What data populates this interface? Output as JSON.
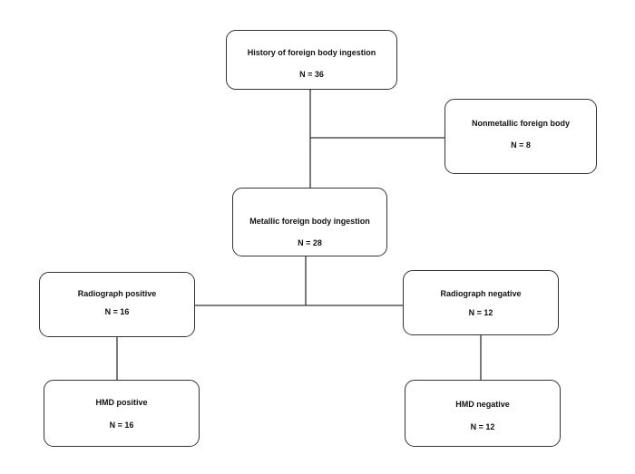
{
  "flowchart": {
    "history": {
      "label": "History of foreign body ingestion",
      "count": "N = 36"
    },
    "nonmetallic": {
      "label": "Nonmetallic foreign body",
      "count": "N = 8"
    },
    "metallic": {
      "label": "Metallic foreign body ingestion",
      "count": "N = 28"
    },
    "radiograph_positive": {
      "label": "Radiograph positive",
      "count": "N = 16"
    },
    "radiograph_negative": {
      "label": "Radiograph negative",
      "count": "N = 12"
    },
    "hmd_positive": {
      "label": "HMD positive",
      "count": "N = 16"
    },
    "hmd_negative": {
      "label": "HMD negative",
      "count": "N = 12"
    }
  },
  "colors": {
    "line": "#333333",
    "text": "#111111",
    "background": "#ffffff"
  }
}
